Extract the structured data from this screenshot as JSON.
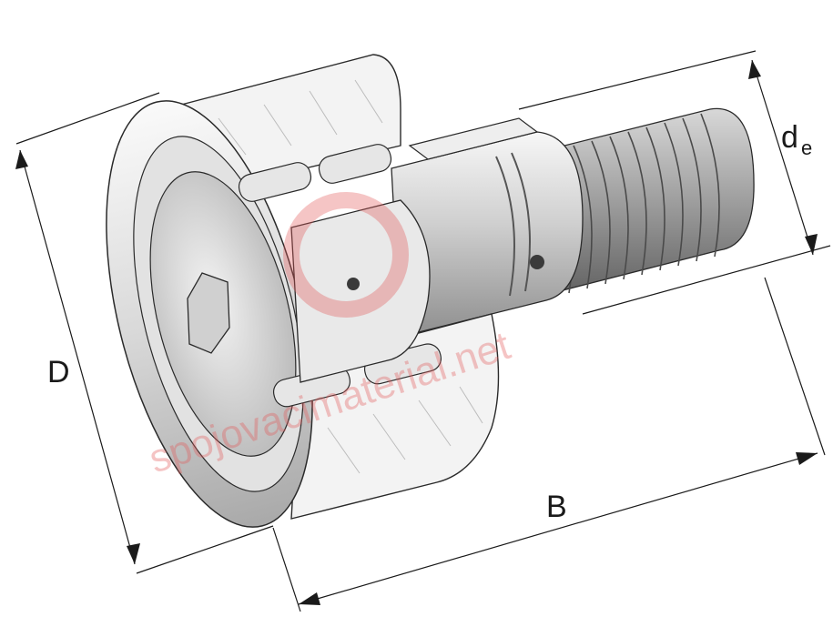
{
  "dimensions": {
    "D": "D",
    "B": "B",
    "de_main": "d",
    "de_sub": "e"
  },
  "watermark": {
    "text": "spojovacimaterial.net",
    "logo": "target-logo"
  },
  "colors": {
    "steel_light": "#f2f2f2",
    "steel_mid": "#c8c8c8",
    "steel_dark": "#8a8a8a",
    "outline": "#2a2a2a",
    "watermark": "#e35a5a"
  }
}
